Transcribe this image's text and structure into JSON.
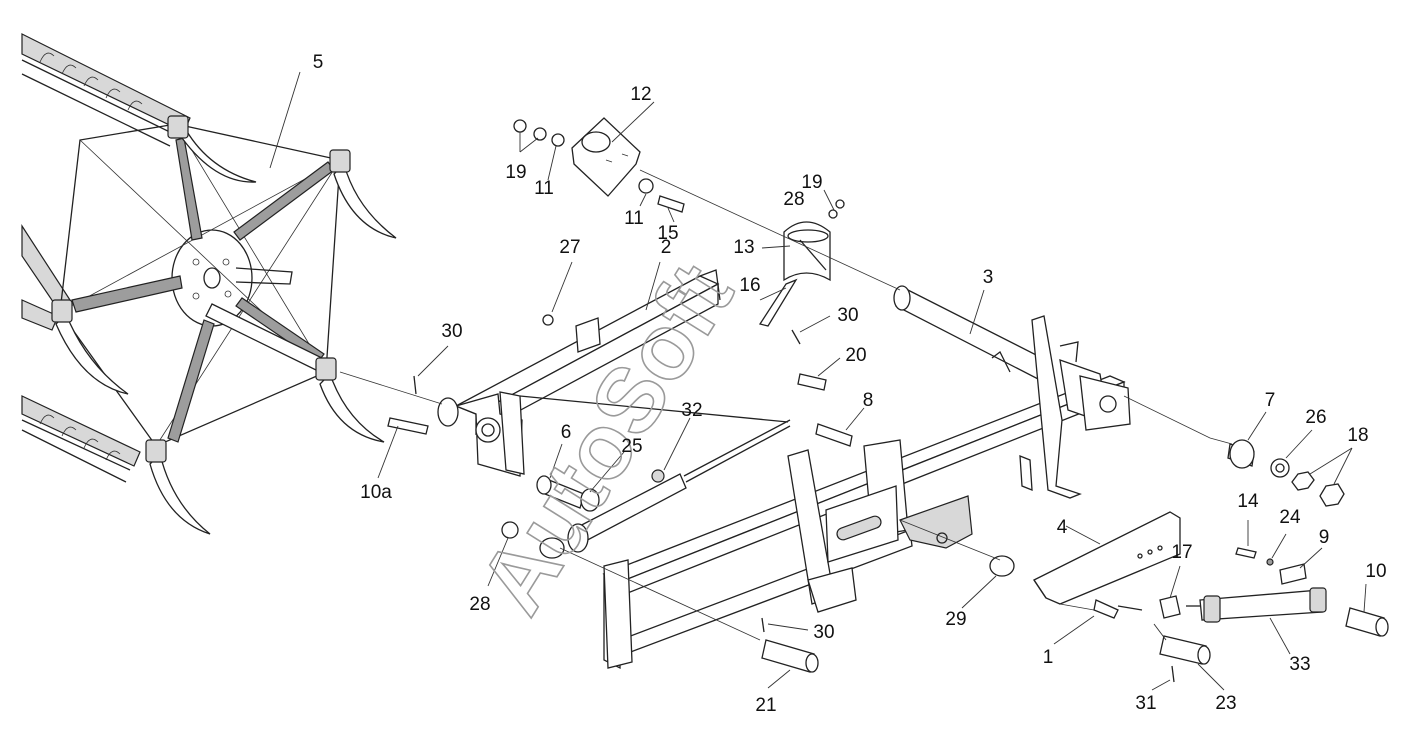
{
  "watermark": "AutoSoft",
  "callouts": {
    "c5": "5",
    "c12": "12",
    "c19a": "19",
    "c11a": "11",
    "c11b": "11",
    "c15": "15",
    "c19b": "19",
    "c28a": "28",
    "c13": "13",
    "c27": "27",
    "c2": "2",
    "c16": "16",
    "c3": "3",
    "c30a": "30",
    "c30b": "30",
    "c20": "20",
    "c10a": "10a",
    "c6": "6",
    "c25": "25",
    "c32": "32",
    "c8": "8",
    "c7": "7",
    "c26": "26",
    "c18": "18",
    "c14": "14",
    "c24": "24",
    "c9": "9",
    "c4": "4",
    "c17": "17",
    "c10": "10",
    "c28b": "28",
    "c29": "29",
    "c30c": "30",
    "c1": "1",
    "c33": "33",
    "c21": "21",
    "c31": "31",
    "c23": "23"
  }
}
